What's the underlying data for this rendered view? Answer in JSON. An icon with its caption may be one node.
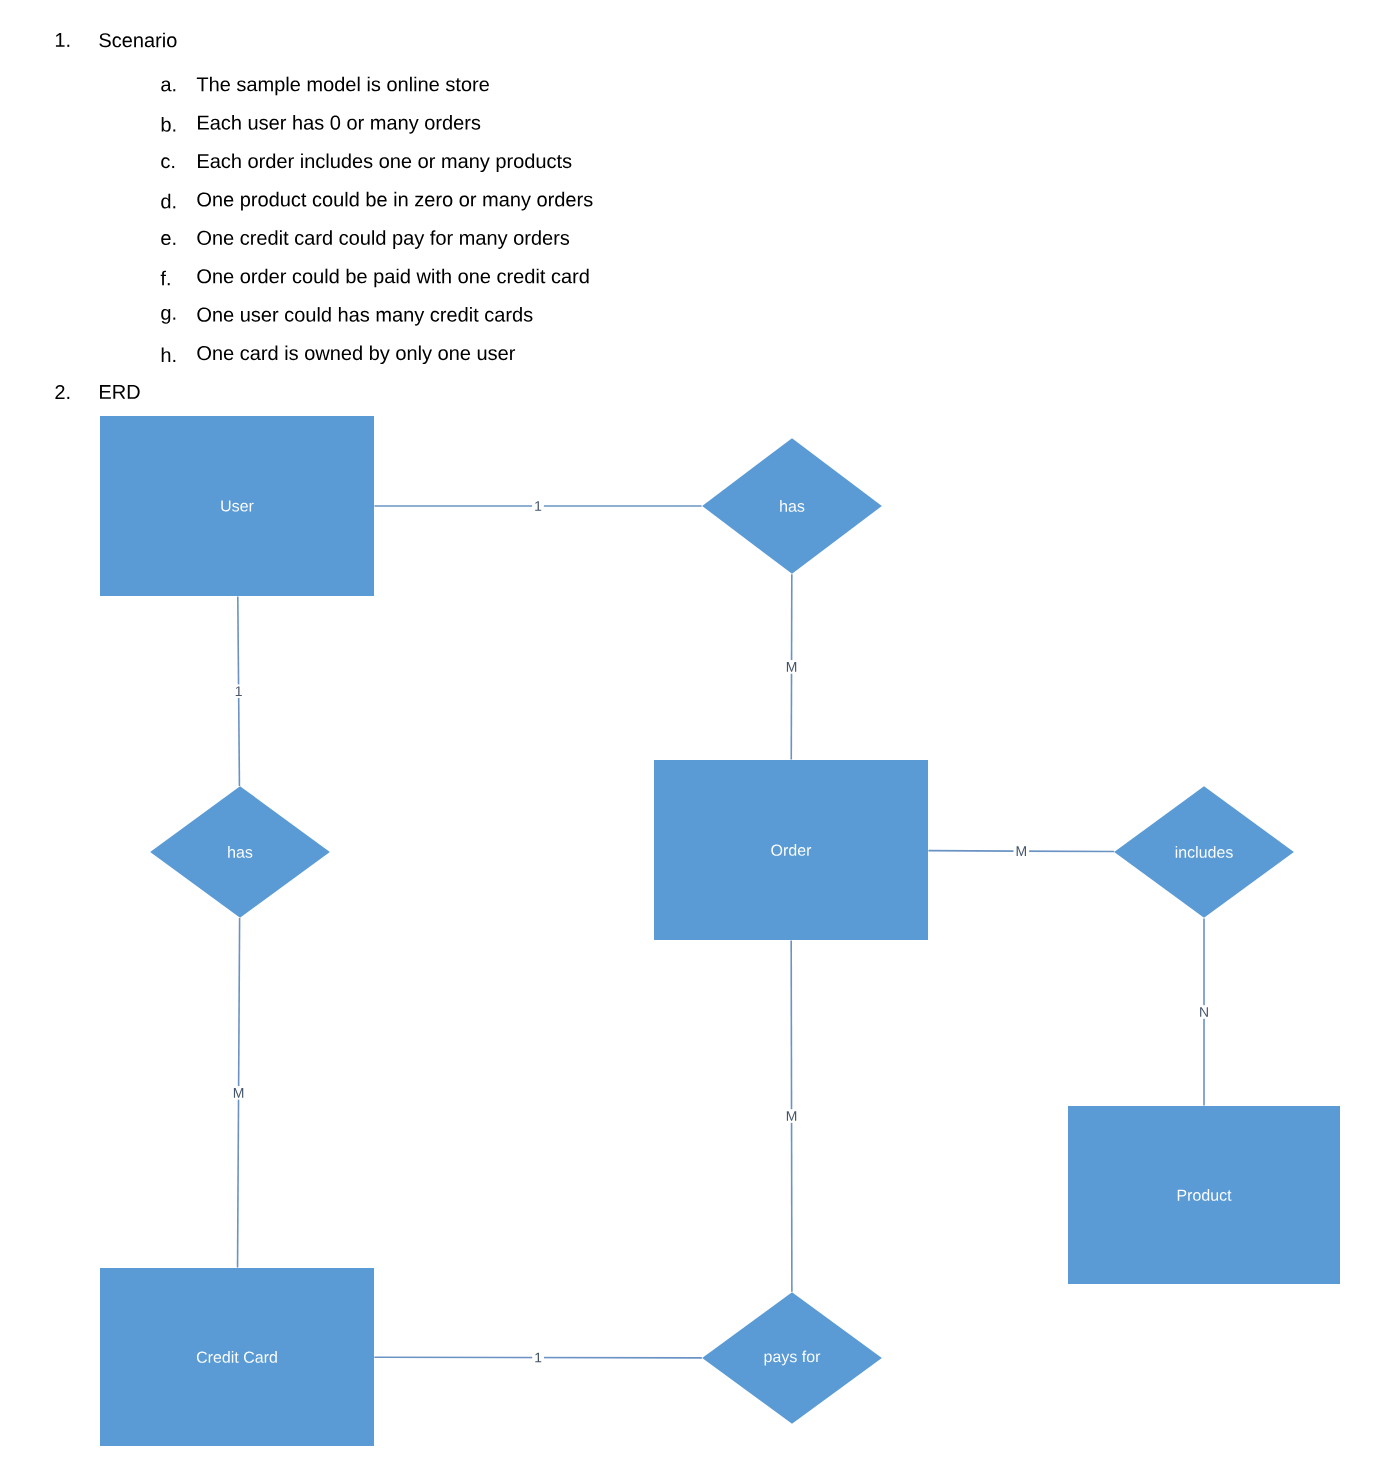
{
  "diagram": {
    "nodes": [
      {
        "text": [
          "User"
        ]
      },
      {
        "text": [
          "has"
        ]
      },
      {
        "text": [
          "has"
        ]
      },
      {
        "text": [
          "Order"
        ]
      },
      {
        "text": [
          "includes"
        ]
      },
      {
        "text": [
          "Product"
        ]
      },
      {
        "text": [
          "Credit Card"
        ]
      },
      {
        "text": [
          "pays for"
        ]
      }
    ],
    "edges": [
      {
        "from": 0,
        "to": 1,
        "arrow": "none",
        "label": "1"
      },
      {
        "from": 1,
        "to": 3,
        "arrow": "none",
        "label": "M"
      },
      {
        "from": 0,
        "to": 2,
        "arrow": "none",
        "label": "1"
      },
      {
        "from": 2,
        "to": 6,
        "arrow": "none",
        "label": "M"
      },
      {
        "from": 3,
        "to": 4,
        "arrow": "none",
        "label": "M"
      },
      {
        "from": 4,
        "to": 5,
        "arrow": "none",
        "label": "N"
      },
      {
        "from": 3,
        "to": 7,
        "arrow": "none",
        "label": "M"
      },
      {
        "from": 6,
        "to": 7,
        "arrow": "none",
        "label": "1"
      }
    ],
    "labels": [
      "1.",
      "Scenario",
      "a.",
      "The sample model is online store",
      "b.",
      "Each user has 0  or many orders",
      "c.",
      "Each order includes one or many products",
      "d.",
      "One product could be in zero or many orders",
      "e.",
      "One credit card could pay for many orders",
      "f.",
      "One order could be paid with one credit card",
      "g.",
      "One user could has many credit cards",
      "h.",
      "One card is owned by only one user",
      "2.",
      "ERD"
    ]
  }
}
